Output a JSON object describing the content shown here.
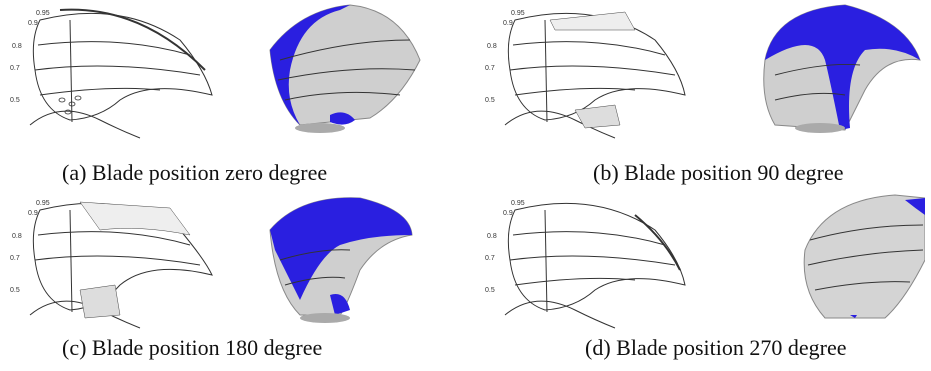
{
  "figure": {
    "panels": [
      {
        "id": "a",
        "caption": "(a) Blade position zero degree",
        "sketch_radius_labels": [
          "0.95",
          "0.9",
          "0.8",
          "0.7",
          "0.5"
        ]
      },
      {
        "id": "b",
        "caption": "(b) Blade position 90 degree",
        "sketch_radius_labels": [
          "0.95",
          "0.9",
          "0.8",
          "0.7",
          "0.5"
        ]
      },
      {
        "id": "c",
        "caption": "(c) Blade position 180 degree",
        "sketch_radius_labels": [
          "0.95",
          "0.9",
          "0.8",
          "0.7",
          "0.5"
        ]
      },
      {
        "id": "d",
        "caption": "(d) Blade position 270 degree",
        "sketch_radius_labels": [
          "0.95",
          "0.9",
          "0.8",
          "0.7",
          "0.5"
        ]
      }
    ],
    "colors": {
      "cavitation_blue": "#2a1fe0",
      "blade_grey": "#c9c9c9",
      "sketch_line": "#333333"
    }
  }
}
